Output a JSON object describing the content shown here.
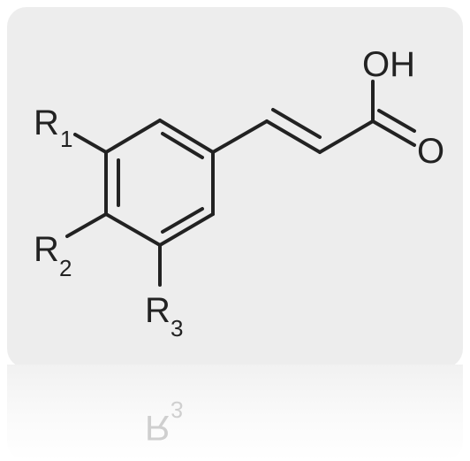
{
  "atoms": {
    "oh": "OH",
    "o": "O",
    "r1": {
      "letter": "R",
      "sub": "1"
    },
    "r2": {
      "letter": "R",
      "sub": "2"
    },
    "r3": {
      "letter": "R",
      "sub": "3"
    }
  },
  "reflection": {
    "letter": "R",
    "sub": "3"
  },
  "colors": {
    "card": "#ededed",
    "ink": "#222222",
    "reflection_ink": "#cfcfcf"
  }
}
